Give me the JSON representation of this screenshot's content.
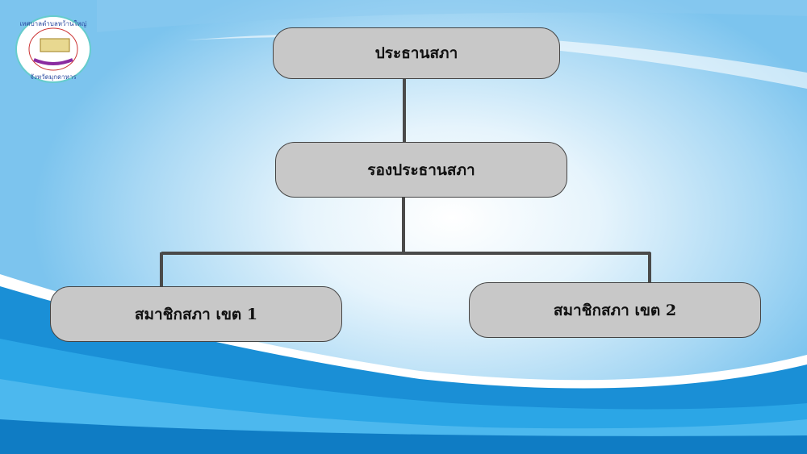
{
  "logo": {
    "top_text": "เทศบาลตำบลหว้านใหญ่",
    "bottom_text": "จังหวัดมุกดาหาร"
  },
  "chart": {
    "chairman": "ประธานสภา",
    "vice_chairman": "รองประธานสภา",
    "members": [
      "สมาชิกสภา เขต 1",
      "สมาชิกสภา เขต 2"
    ]
  },
  "colors": {
    "box": "#c8c8c8",
    "line": "#4a4a4a",
    "wave": "#1a8fd6"
  }
}
